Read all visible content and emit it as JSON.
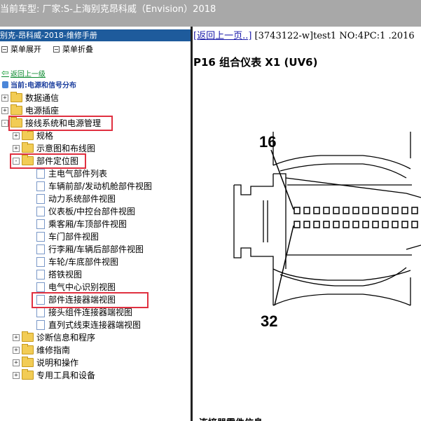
{
  "window": {
    "title": "当前车型:  厂家:S-上海别克昂科威（Envision）2018"
  },
  "left_panel": {
    "header": "别克-昂科威-2018-维修手册",
    "tools": {
      "expand": "菜单展开",
      "collapse": "菜单折叠"
    },
    "back_link": "返回上一级",
    "current": "当前:电源和信号分布",
    "tree": [
      {
        "label": "数据通信",
        "type": "folder",
        "expand": "+"
      },
      {
        "label": "电源插座",
        "type": "folder",
        "expand": "+"
      },
      {
        "label": "接线系统和电源管理",
        "type": "folder",
        "expand": "-"
      },
      {
        "label": "规格",
        "type": "folder",
        "expand": "+"
      },
      {
        "label": "示意图和布线图",
        "type": "folder",
        "expand": "+"
      },
      {
        "label": "部件定位图",
        "type": "folder",
        "expand": "-"
      },
      {
        "label": "主电气部件列表",
        "type": "doc"
      },
      {
        "label": "车辆前部/发动机舱部件视图",
        "type": "doc"
      },
      {
        "label": "动力系统部件视图",
        "type": "doc"
      },
      {
        "label": "仪表板/中控台部件视图",
        "type": "doc"
      },
      {
        "label": "乘客厢/车顶部件视图",
        "type": "doc"
      },
      {
        "label": "车门部件视图",
        "type": "doc"
      },
      {
        "label": "行李厢/车辆后部部件视图",
        "type": "doc"
      },
      {
        "label": "车轮/车底部件视图",
        "type": "doc"
      },
      {
        "label": "搭铁视图",
        "type": "doc"
      },
      {
        "label": "电气中心识别视图",
        "type": "doc"
      },
      {
        "label": "部件连接器端视图",
        "type": "doc"
      },
      {
        "label": "接头组件连接器端视图",
        "type": "doc"
      },
      {
        "label": "直列式线束连接器端视图",
        "type": "doc"
      },
      {
        "label": "诊断信息和程序",
        "type": "folder",
        "expand": "+"
      },
      {
        "label": "维修指南",
        "type": "folder",
        "expand": "+"
      },
      {
        "label": "说明和操作",
        "type": "folder",
        "expand": "+"
      },
      {
        "label": "专用工具和设备",
        "type": "folder",
        "expand": "+"
      }
    ]
  },
  "right_panel": {
    "back_link": "[返回上一页..]",
    "nav_info": " [3743122-w]test1 NO:4PC:1 .2016",
    "title": "P16 组合仪表 X1 (UV6)",
    "pin_top": "16",
    "pin_bottom": "32",
    "bottom_text": "连接器零件信息"
  },
  "colors": {
    "highlight": "#e03040",
    "header_bg": "#1e5b9c",
    "titlebar_bg": "#a8a8a8"
  }
}
